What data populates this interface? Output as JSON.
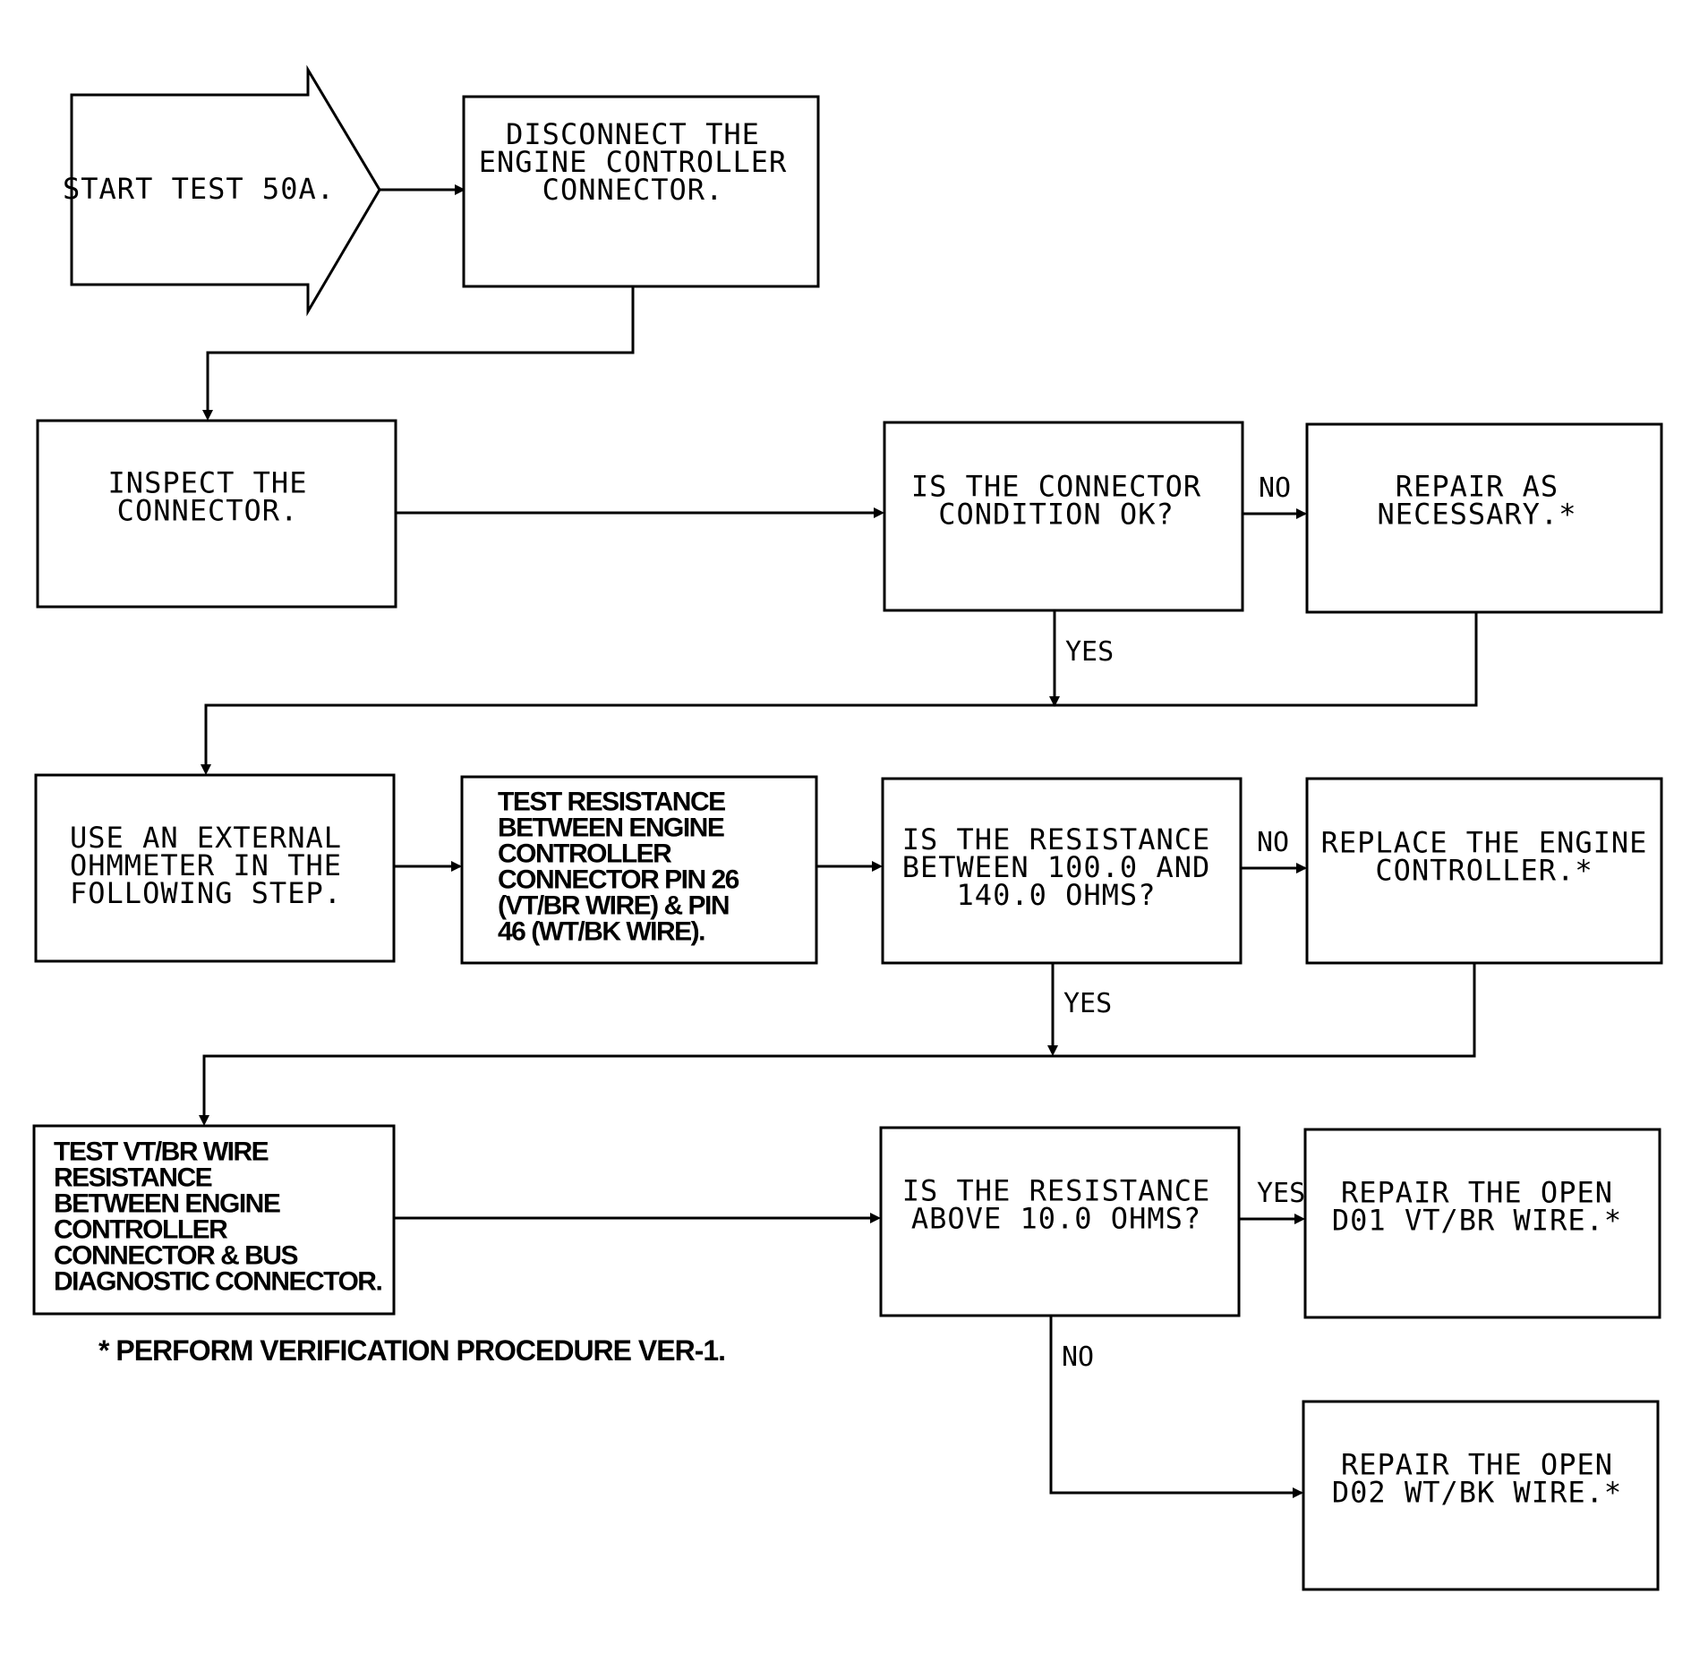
{
  "nodes": {
    "start": {
      "lines": [
        "START TEST 50A."
      ]
    },
    "disconnect": {
      "lines": [
        "DISCONNECT THE",
        "ENGINE CONTROLLER",
        "CONNECTOR."
      ]
    },
    "inspect": {
      "lines": [
        "INSPECT THE",
        "CONNECTOR."
      ]
    },
    "connector_ok": {
      "lines": [
        "IS THE CONNECTOR",
        "CONDITION OK?"
      ]
    },
    "repair_necessary": {
      "lines": [
        "REPAIR AS",
        "NECESSARY.*"
      ]
    },
    "use_ohmmeter": {
      "lines": [
        "USE AN EXTERNAL",
        "OHMMETER IN THE",
        "FOLLOWING STEP."
      ]
    },
    "test_resistance": {
      "lines": [
        "TEST RESISTANCE",
        "BETWEEN ENGINE",
        "CONTROLLER",
        "CONNECTOR PIN 26",
        "(VT/BR WIRE) & PIN",
        "46 (WT/BK WIRE)."
      ]
    },
    "resistance_range": {
      "lines": [
        "IS THE RESISTANCE",
        "BETWEEN 100.0 AND",
        "140.0 OHMS?"
      ]
    },
    "replace_controller": {
      "lines": [
        "REPLACE THE ENGINE",
        "CONTROLLER.*"
      ]
    },
    "test_vtbr": {
      "lines": [
        "TEST VT/BR WIRE",
        "RESISTANCE",
        "BETWEEN ENGINE",
        "CONTROLLER",
        "CONNECTOR & BUS",
        "DIAGNOSTIC CONNECTOR."
      ]
    },
    "resistance_above": {
      "lines": [
        "IS THE RESISTANCE",
        "ABOVE 10.0 OHMS?"
      ]
    },
    "repair_d01": {
      "lines": [
        "REPAIR THE OPEN",
        "D01 VT/BR WIRE.*"
      ]
    },
    "repair_d02": {
      "lines": [
        "REPAIR THE OPEN",
        "D02 WT/BK WIRE.*"
      ]
    }
  },
  "edge_labels": {
    "connector_no": "NO",
    "connector_yes": "YES",
    "range_no": "NO",
    "range_yes": "YES",
    "above_yes": "YES",
    "above_no": "NO"
  },
  "footnote": "* PERFORM VERIFICATION PROCEDURE VER-1."
}
